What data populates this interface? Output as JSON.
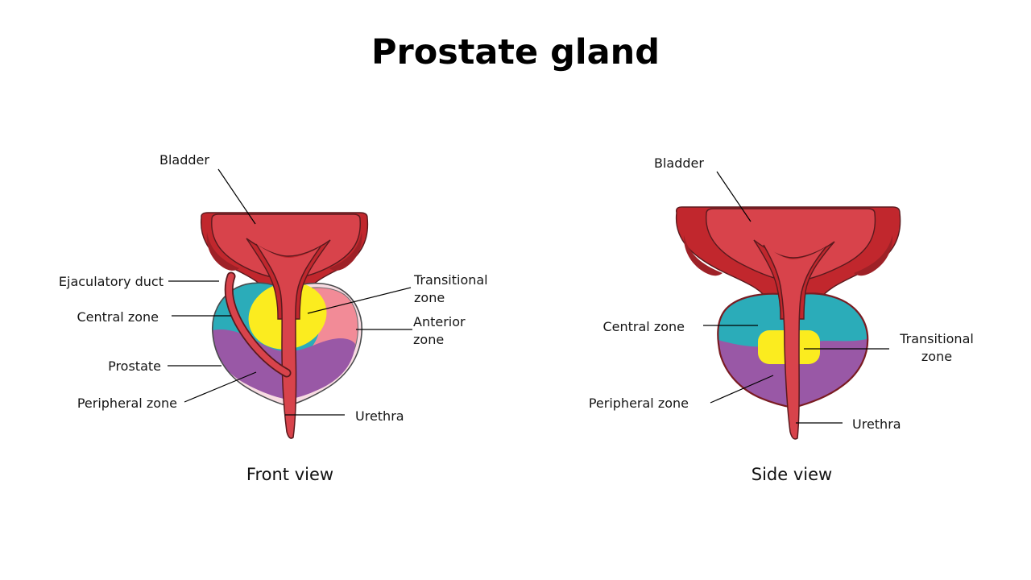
{
  "title": "Prostate gland",
  "colors": {
    "bladder_inner_red": "#D8434B",
    "bladder_outer_red": "#C1272D",
    "bladder_shadow_red": "#9E2127",
    "urethra_red": "#D8434B",
    "central_zone_teal": "#2BACB9",
    "transitional_zone_yellow": "#FBEC1F",
    "anterior_zone_pink": "#F28B97",
    "peripheral_zone_purple": "#9958A6",
    "prostate_capsule_pink": "#F8DCE2"
  },
  "front_view": {
    "caption": "Front view",
    "labels": {
      "bladder": "Bladder",
      "ejaculatory_duct": "Ejaculatory duct",
      "central_zone": "Central zone",
      "prostate": "Prostate",
      "peripheral_zone": "Peripheral zone",
      "transitional_zone": "Transitional zone",
      "anterior_zone": "Anterior zone",
      "urethra": "Urethra"
    }
  },
  "side_view": {
    "caption": "Side view",
    "labels": {
      "bladder": "Bladder",
      "central_zone": "Central zone",
      "peripheral_zone": "Peripheral zone",
      "transitional_zone": "Transitional zone",
      "urethra": "Urethra"
    }
  }
}
